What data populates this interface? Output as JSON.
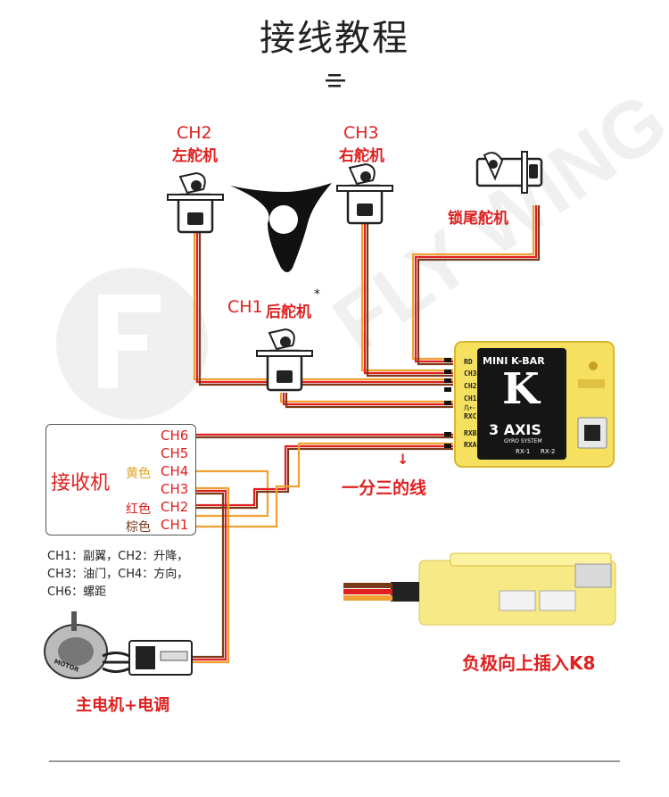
{
  "title": "接线教程",
  "servos": {
    "ch2": {
      "channel": "CH2",
      "name": "左舵机"
    },
    "ch3": {
      "channel": "CH3",
      "name": "右舵机"
    },
    "ch1": {
      "channel": "CH1",
      "name": "后舵机",
      "mark": "*"
    },
    "tail": {
      "name": "锁尾舵机"
    }
  },
  "k8": {
    "label_top": "MINI K-BAR",
    "letter": "K",
    "axis": "3 AXIS",
    "gyro": "GYRO SYSTEM",
    "rx1": "RX-1",
    "rx2": "RX-2",
    "pins": [
      "RD",
      "CH3",
      "CH2",
      "CH1",
      "几+-",
      "RXC",
      "RXB",
      "RXA"
    ]
  },
  "receiver": {
    "title": "接收机",
    "channels": [
      "CH6",
      "CH5",
      "CH4",
      "CH3",
      "CH2",
      "CH1"
    ],
    "colors": {
      "yellow": "黄色",
      "red": "红色",
      "brown": "棕色"
    }
  },
  "splitter": {
    "arrow": "↓",
    "label": "一分三的线"
  },
  "legend": [
    "CH1：副翼，CH2：升降，",
    "CH3：油门，CH4：方向，",
    "CH6：螺距"
  ],
  "motor": {
    "label": "主电机+电调",
    "text": "MOTOR"
  },
  "insert_note": "负极向上插入K8",
  "watermark": "FLY WING",
  "colors": {
    "red": "#e02020",
    "orange": "#f0a030",
    "brown": "#7a3a1a",
    "k8_yellow": "#f5e060"
  }
}
